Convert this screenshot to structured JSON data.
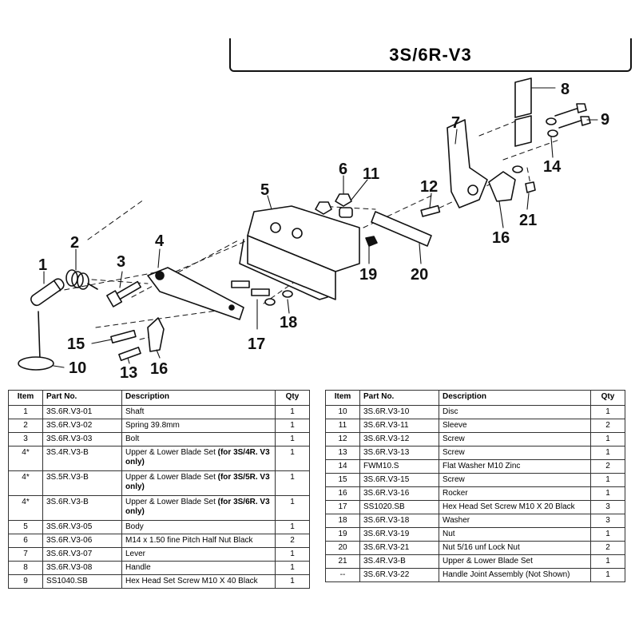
{
  "title": "3S/6R-V3",
  "callouts": [
    "1",
    "2",
    "3",
    "4",
    "5",
    "6",
    "7",
    "8",
    "9",
    "10",
    "11",
    "12",
    "13",
    "14",
    "15",
    "16",
    "16",
    "17",
    "18",
    "19",
    "20",
    "21"
  ],
  "table_headers": {
    "item": "Item",
    "part_no": "Part No.",
    "description": "Description",
    "qty": "Qty"
  },
  "left_table": [
    {
      "item": "1",
      "part": "3S.6R.V3-01",
      "desc": "Shaft",
      "bold": "",
      "qty": "1"
    },
    {
      "item": "2",
      "part": "3S.6R.V3-02",
      "desc": "Spring 39.8mm",
      "bold": "",
      "qty": "1"
    },
    {
      "item": "3",
      "part": "3S.6R.V3-03",
      "desc": "Bolt",
      "bold": "",
      "qty": "1"
    },
    {
      "item": "4*",
      "part": "3S.4R.V3-B",
      "desc": "Upper & Lower Blade Set ",
      "bold": "(for 3S/4R. V3 only)",
      "qty": "1"
    },
    {
      "item": "4*",
      "part": "3S.5R.V3-B",
      "desc": "Upper & Lower Blade Set ",
      "bold": "(for 3S/5R. V3 only)",
      "qty": "1"
    },
    {
      "item": "4*",
      "part": "3S.6R.V3-B",
      "desc": "Upper & Lower Blade Set ",
      "bold": "(for 3S/6R. V3 only)",
      "qty": "1"
    },
    {
      "item": "5",
      "part": "3S.6R.V3-05",
      "desc": "Body",
      "bold": "",
      "qty": "1"
    },
    {
      "item": "6",
      "part": "3S.6R.V3-06",
      "desc": "M14 x 1.50 fine Pitch Half Nut Black",
      "bold": "",
      "qty": "2"
    },
    {
      "item": "7",
      "part": "3S.6R.V3-07",
      "desc": "Lever",
      "bold": "",
      "qty": "1"
    },
    {
      "item": "8",
      "part": "3S.6R.V3-08",
      "desc": "Handle",
      "bold": "",
      "qty": "1"
    },
    {
      "item": "9",
      "part": "SS1040.SB",
      "desc": "Hex Head Set Screw M10 X 40 Black",
      "bold": "",
      "qty": "1"
    }
  ],
  "right_table": [
    {
      "item": "10",
      "part": "3S.6R.V3-10",
      "desc": "Disc",
      "qty": "1"
    },
    {
      "item": "11",
      "part": "3S.6R.V3-11",
      "desc": "Sleeve",
      "qty": "2"
    },
    {
      "item": "12",
      "part": "3S.6R.V3-12",
      "desc": "Screw",
      "qty": "1"
    },
    {
      "item": "13",
      "part": "3S.6R.V3-13",
      "desc": "Screw",
      "qty": "1"
    },
    {
      "item": "14",
      "part": "FWM10.S",
      "desc": "Flat Washer M10 Zinc",
      "qty": "2"
    },
    {
      "item": "15",
      "part": "3S.6R.V3-15",
      "desc": "Screw",
      "qty": "1"
    },
    {
      "item": "16",
      "part": "3S.6R.V3-16",
      "desc": "Rocker",
      "qty": "1"
    },
    {
      "item": "17",
      "part": "SS1020.SB",
      "desc": "Hex Head Set Screw M10 X 20 Black",
      "qty": "3"
    },
    {
      "item": "18",
      "part": "3S.6R.V3-18",
      "desc": "Washer",
      "qty": "3"
    },
    {
      "item": "19",
      "part": "3S.6R.V3-19",
      "desc": "Nut",
      "qty": "1"
    },
    {
      "item": "20",
      "part": "3S.6R.V3-21",
      "desc": "Nut 5/16 unf Lock Nut",
      "qty": "2"
    },
    {
      "item": "21",
      "part": "3S.4R.V3-B",
      "desc": "Upper & Lower Blade Set",
      "qty": "1"
    },
    {
      "item": "--",
      "part": "3S.6R.V3-22",
      "desc": "Handle Joint Assembly (Not Shown)",
      "qty": "1"
    }
  ]
}
